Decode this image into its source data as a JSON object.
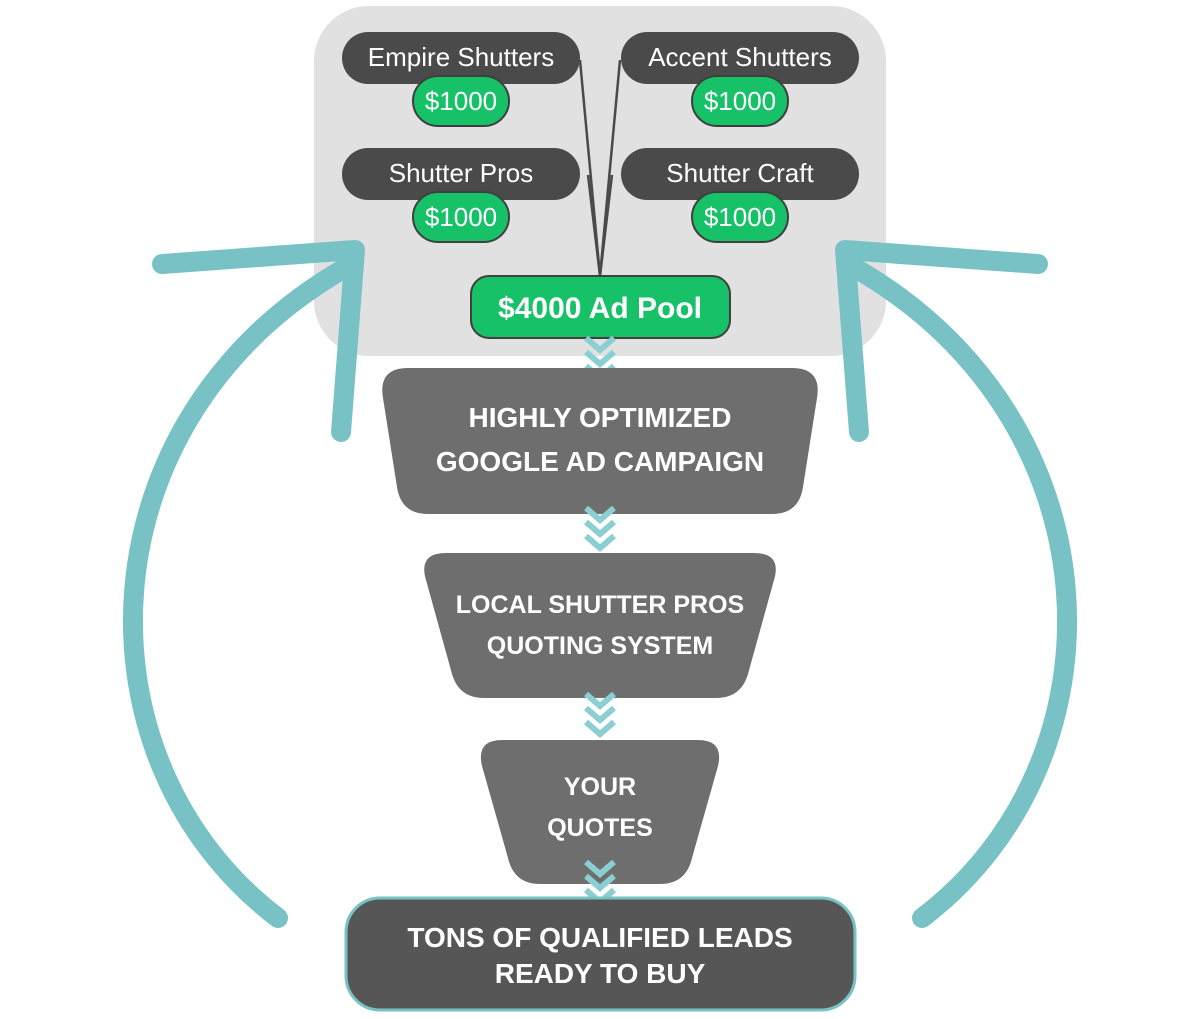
{
  "colors": {
    "panel": "#e1e1e1",
    "pill": "#4a4a4a",
    "money": "#17c167",
    "stage": "#6e6e6e",
    "final": "#565656",
    "teal": "#78c2c6",
    "chevron": "#8bcfd2"
  },
  "companies": [
    {
      "name": "Empire Shutters",
      "amount": "$1000"
    },
    {
      "name": "Accent Shutters",
      "amount": "$1000"
    },
    {
      "name": "Shutter Pros",
      "amount": "$1000"
    },
    {
      "name": "Shutter Craft",
      "amount": "$1000"
    }
  ],
  "pool": {
    "label": "$4000 Ad Pool"
  },
  "stages": [
    {
      "line1": "HIGHLY OPTIMIZED",
      "line2": "GOOGLE AD CAMPAIGN"
    },
    {
      "line1": "LOCAL SHUTTER PROS",
      "line2": "QUOTING SYSTEM"
    },
    {
      "line1": "YOUR",
      "line2": "QUOTES"
    }
  ],
  "result": {
    "line1": "TONS OF QUALIFIED LEADS",
    "line2": "READY TO BUY"
  },
  "icons": [
    "chevron-down-icon",
    "curved-arrow-icon"
  ]
}
